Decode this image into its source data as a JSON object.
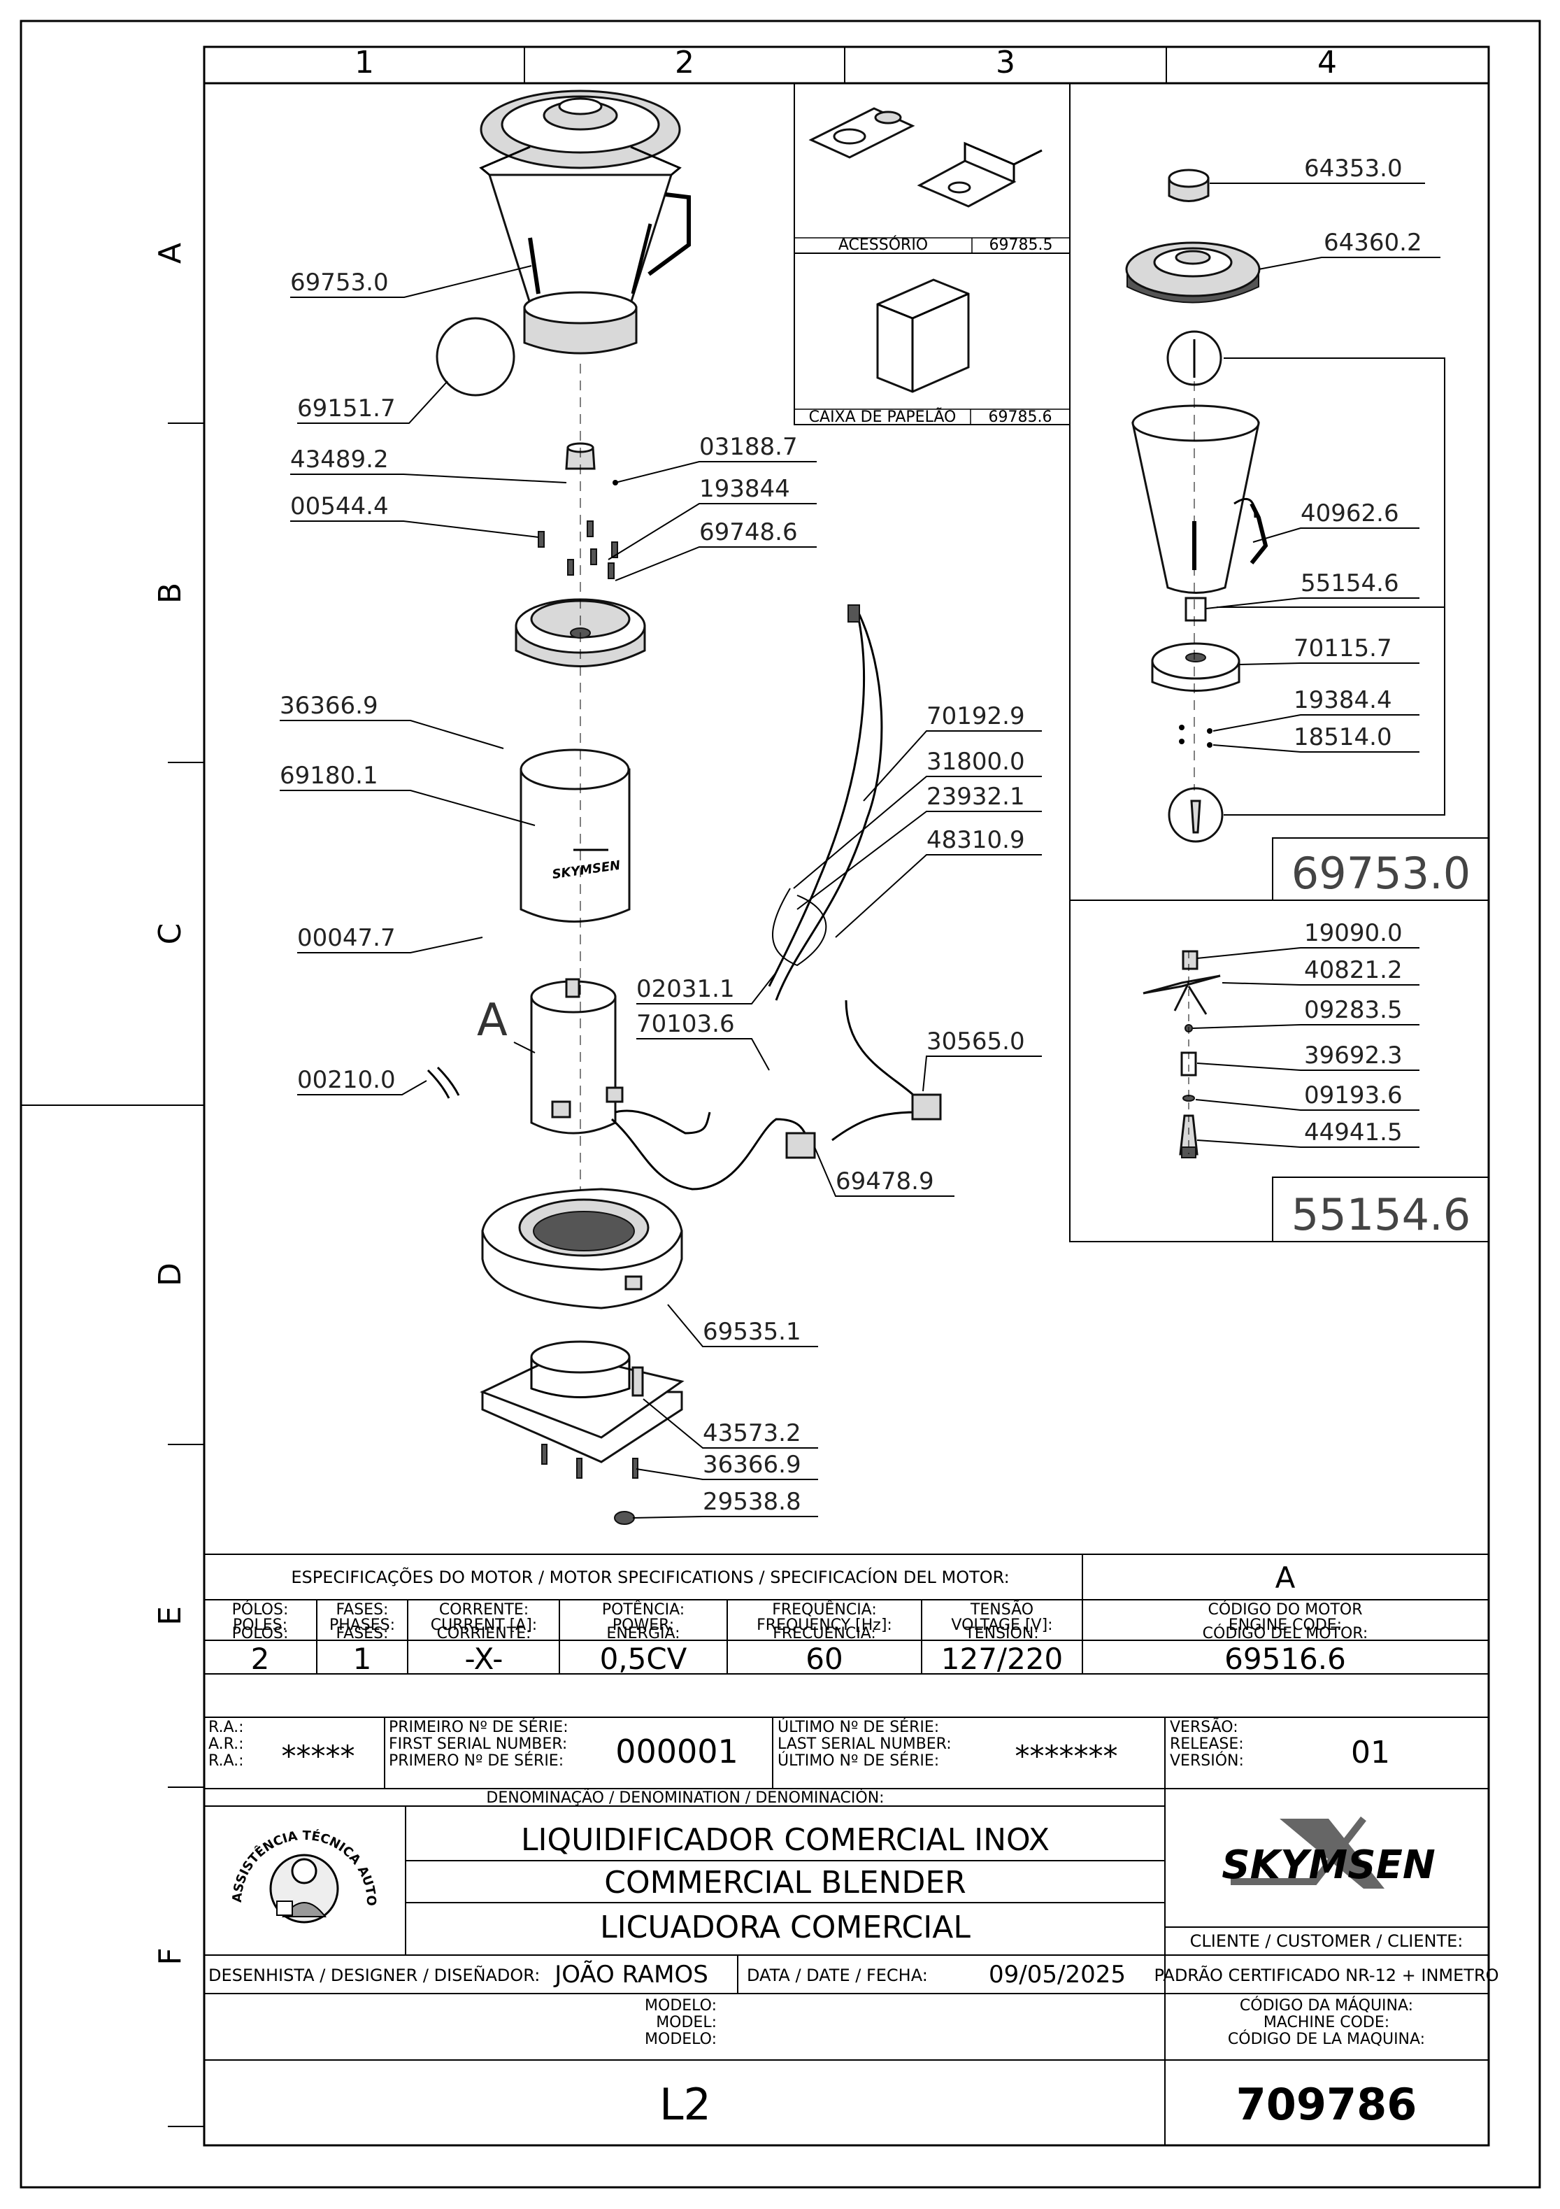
{
  "grid": {
    "columns": [
      "1",
      "2",
      "3",
      "4"
    ],
    "rows": [
      "A",
      "B",
      "C",
      "D",
      "E",
      "F"
    ]
  },
  "drawing": {
    "part_labels": [
      "69753.0",
      "69151.7",
      "43489.2",
      "00544.4",
      "03188.7",
      "193844",
      "69748.6",
      "36366.9",
      "69180.1",
      "00047.7",
      "00210.0",
      "70192.9",
      "31800.0",
      "23932.1",
      "48310.9",
      "02031.1",
      "70103.6",
      "30565.0",
      "69478.9",
      "69535.1",
      "43573.2",
      "36366.9",
      "29538.8"
    ],
    "motor_tag": "A",
    "brand_on_part": "SKYMSEN"
  },
  "accessories": {
    "items": [
      {
        "name": "ACESSÓRIO",
        "code": "69785.5"
      },
      {
        "name": "CAIXA DE PAPELÃO",
        "code": "69785.6"
      }
    ]
  },
  "jar_assembly": {
    "labels": [
      "64353.0",
      "64360.2",
      "40962.6",
      "55154.6",
      "70115.7",
      "19384.4",
      "18514.0"
    ],
    "box_code": "69753.0"
  },
  "blade_assembly": {
    "labels": [
      "19090.0",
      "40821.2",
      "09283.5",
      "39692.3",
      "09193.6",
      "44941.5"
    ],
    "box_code": "55154.6"
  },
  "motor_spec": {
    "title": "ESPECIFICAÇÕES DO MOTOR / MOTOR SPECIFICATIONS / SPECIFICACÍON DEL MOTOR:",
    "tag": "A",
    "columns": [
      {
        "h": [
          "PÓLOS:",
          "POLES:",
          "POLOS:"
        ],
        "v": "2"
      },
      {
        "h": [
          "FASES:",
          "PHASES:",
          "FASES:"
        ],
        "v": "1"
      },
      {
        "h": [
          "CORRENTE:",
          "CURRENT [A]:",
          "CORRIENTE:"
        ],
        "v": "-X-"
      },
      {
        "h": [
          "POTÊNCIA:",
          "POWER:",
          "ENERGÍA:"
        ],
        "v": "0,5CV"
      },
      {
        "h": [
          "FREQUÊNCIA:",
          "FREQUENCY [Hz]:",
          "FRECUENCIA:"
        ],
        "v": "60"
      },
      {
        "h": [
          "TENSÃO",
          "VOLTAGE [V]:",
          "TENSÍON:"
        ],
        "v": "127/220"
      }
    ],
    "engine_code_h": [
      "CÓDIGO DO MOTOR",
      "ENGINE CODE:",
      "CÓDIGO DEL MOTOR:"
    ],
    "engine_code": "69516.6"
  },
  "serials": {
    "ra": [
      "R.A.:",
      "A.R.:",
      "R.A.:"
    ],
    "ra_value": "*****",
    "first_h": [
      "PRIMEIRO Nº DE SÉRIE:",
      "FIRST SERIAL NUMBER:",
      "PRIMERO Nº DE SÉRIE:"
    ],
    "first_value": "000001",
    "last_h": [
      "ÚLTIMO Nº DE SÉRIE:",
      "LAST SERIAL NUMBER:",
      "ÚLTIMO Nº DE SÉRIE:"
    ],
    "last_value": "*******",
    "version_h": [
      "VERSÃO:",
      "RELEASE:",
      "VERSIÓN:"
    ],
    "version_value": "01"
  },
  "denomination": {
    "header": "DENOMINAÇÃO / DENOMINATION / DENOMINACIÓN:",
    "lines": [
      "LIQUIDIFICADOR COMERCIAL INOX",
      "COMMERCIAL BLENDER",
      "LICUADORA COMERCIAL"
    ],
    "stamp_text": "ASSISTÊNCIA TÉCNICA AUTORIZADA",
    "brand": "SKYMSEN",
    "client_label": "CLIENTE / CUSTOMER / CLIENTE:",
    "client_value": "PADRÃO CERTIFICADO NR-12 + INMETRO"
  },
  "designer": {
    "label": "DESENHISTA / DESIGNER / DISEÑADOR:",
    "name": "JOÃO RAMOS",
    "date_label": "DATA / DATE / FECHA:",
    "date": "09/05/2025"
  },
  "model": {
    "h": [
      "MODELO:",
      "MODEL:",
      "MODELO:"
    ],
    "value": "L2"
  },
  "machine_code": {
    "h": [
      "CÓDIGO DA MÁQUINA:",
      "MACHINE CODE:",
      "CÓDIGO DE LA MAQUINA:"
    ],
    "value": "709786"
  }
}
